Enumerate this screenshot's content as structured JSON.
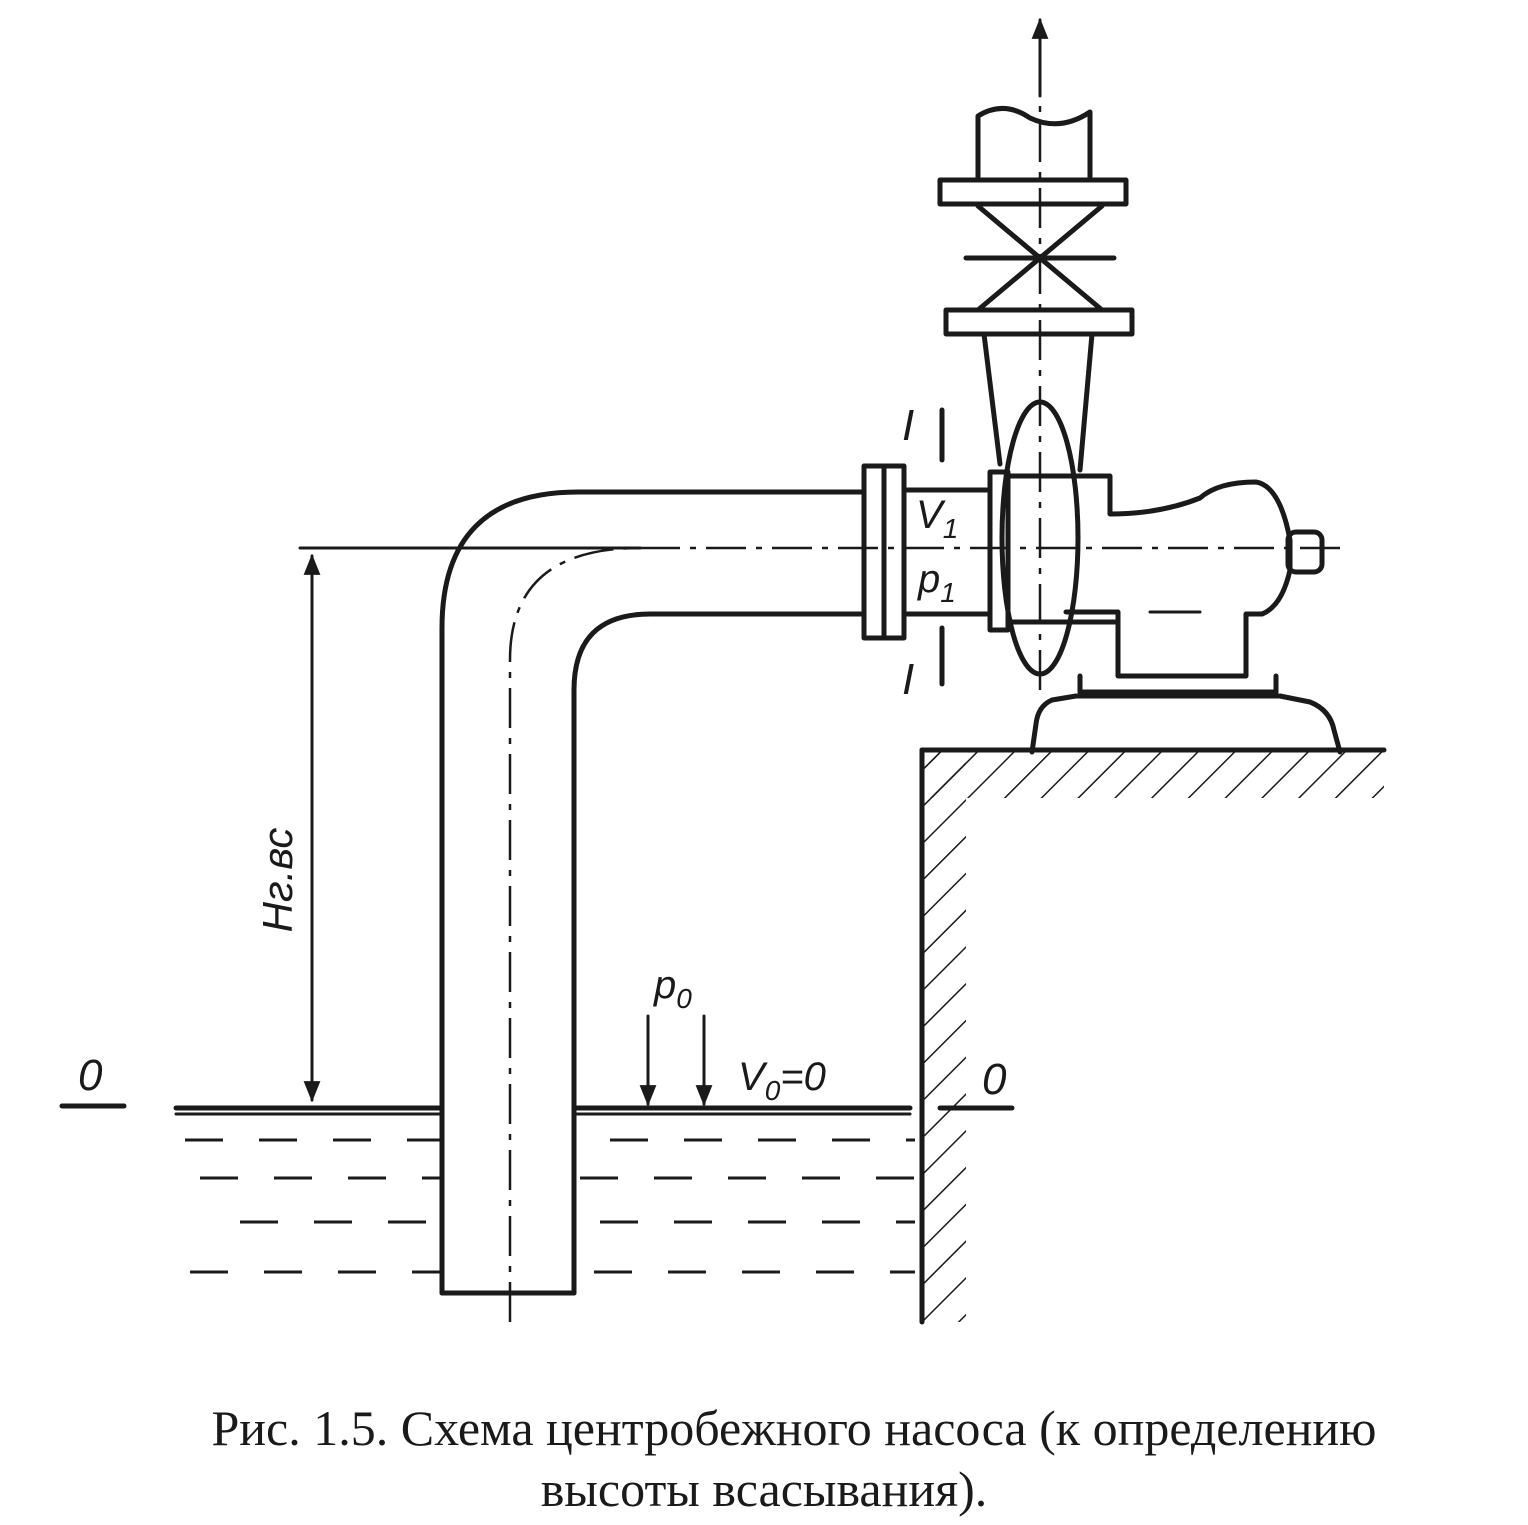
{
  "labels": {
    "section_top": "I",
    "section_bottom": "I",
    "v1": "V",
    "v1_sub": "1",
    "p1": "p",
    "p1_sub": "1",
    "p0": "p",
    "p0_sub": "0",
    "v0": "V",
    "v0_sub": "0",
    "v0_eq": "=0",
    "level_left": "0",
    "level_right": "0",
    "height": "Hг.вс"
  },
  "caption": {
    "line1": "Рис. 1.5. Схема центробежного насоса (к определению",
    "line2": "высоты всасывания)."
  }
}
